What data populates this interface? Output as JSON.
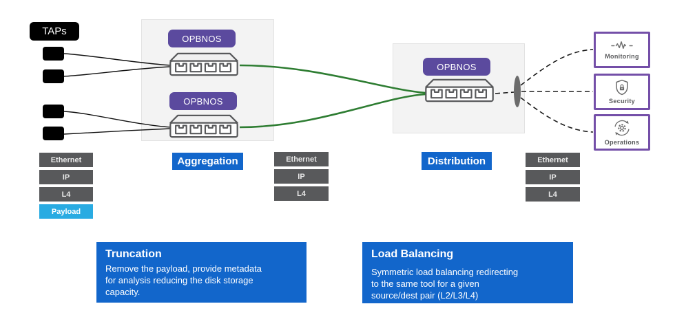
{
  "diagram": {
    "taps": {
      "label": "TAPs"
    },
    "aggregation": {
      "badges": [
        "OPBNOS",
        "OPBNOS"
      ],
      "stage_label": "Aggregation"
    },
    "distribution": {
      "badges": [
        "OPBNOS"
      ],
      "stage_label": "Distribution"
    },
    "tools": [
      {
        "label": "Monitoring",
        "icon": "pulse-icon"
      },
      {
        "label": "Security",
        "icon": "shield-lock-icon"
      },
      {
        "label": "Operations",
        "icon": "gear-sync-icon"
      }
    ],
    "stacks": {
      "left": {
        "rows": [
          "Ethernet",
          "IP",
          "L4",
          "Payload"
        ]
      },
      "middle": {
        "rows": [
          "Ethernet",
          "IP",
          "L4"
        ]
      },
      "right": {
        "rows": [
          "Ethernet",
          "IP",
          "L4"
        ]
      }
    },
    "callouts": {
      "truncation": {
        "title": "Truncation",
        "body": "Remove the payload, provide metadata\nfor analysis reducing the disk storage\ncapacity."
      },
      "load_balancing": {
        "title": "Load Balancing",
        "body": "Symmetric load balancing redirecting\nto the same tool  for a given\nsource/dest pair (L2/L3/L4)"
      }
    },
    "colors": {
      "accent_blue": "#1266cb",
      "badge_purple": "#5b4a9e",
      "tool_border_purple": "#744fa8",
      "row_gray": "#58595b",
      "payload_blue": "#29abe2",
      "link_green": "#2e7d32"
    }
  }
}
